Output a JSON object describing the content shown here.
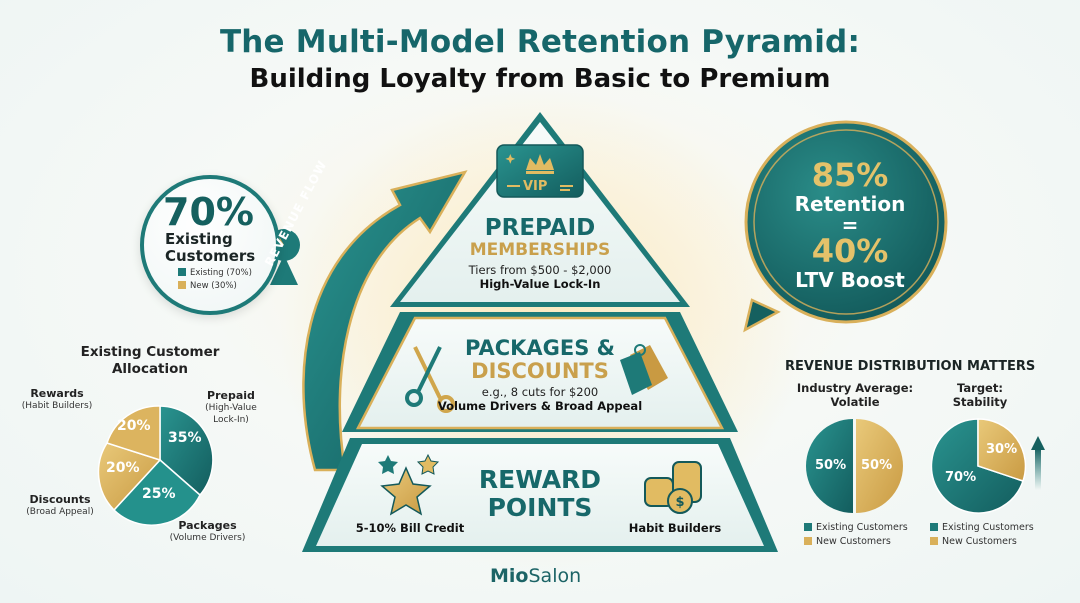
{
  "header": {
    "title": "The Multi-Model Retention Pyramid:",
    "subtitle": "Building Loyalty from Basic to Premium"
  },
  "existing_callout": {
    "value": "70%",
    "label_line1": "Existing",
    "label_line2": "Customers",
    "legend": [
      {
        "label": "Existing (70%)",
        "color": "#1e7a78"
      },
      {
        "label": "New (30%)",
        "color": "#d9b05a"
      }
    ]
  },
  "revenue_flow": {
    "label": "REVENUE FLOW"
  },
  "pyramid": {
    "top": {
      "badge": "VIP",
      "title_line1": "PREPAID",
      "title_line2": "MEMBERSHIPS",
      "detail": "Tiers from $500 - $2,000",
      "tagline": "High-Value Lock-In"
    },
    "middle": {
      "title_line1": "PACKAGES &",
      "title_line2": "DISCOUNTS",
      "detail": "e.g., 8 cuts for $200",
      "tagline": "Volume Drivers & Broad Appeal"
    },
    "bottom": {
      "title_line1": "REWARD",
      "title_line2": "POINTS",
      "left_caption": "5-10% Bill Credit",
      "right_caption": "Habit Builders"
    }
  },
  "retention_bubble": {
    "value1": "85%",
    "label1": "Retention",
    "equals": "=",
    "value2": "40%",
    "label2": "LTV Boost"
  },
  "allocation": {
    "title_line1": "Existing Customer",
    "title_line2": "Allocation",
    "slices": [
      {
        "name": "Prepaid",
        "sub": "(High-Value Lock-In)",
        "value": "35%"
      },
      {
        "name": "Packages",
        "sub": "(Volume Drivers)",
        "value": "25%"
      },
      {
        "name": "Discounts",
        "sub": "(Broad Appeal)",
        "value": "20%"
      },
      {
        "name": "Rewards",
        "sub": "(Habit Builders)",
        "value": "20%"
      }
    ]
  },
  "revenue_distribution": {
    "title": "REVENUE DISTRIBUTION MATTERS",
    "industry": {
      "title_line1": "Industry Average:",
      "title_line2": "Volatile",
      "existing": "50%",
      "new": "50%"
    },
    "target": {
      "title_line1": "Target:",
      "title_line2": "Stability",
      "existing": "70%",
      "new": "30%"
    },
    "legend": {
      "existing": "Existing Customers",
      "new": "New Customers"
    }
  },
  "brand": {
    "bold": "Mio",
    "regular": "Salon"
  },
  "colors": {
    "teal": "#1e7a78",
    "dark_teal": "#15605f",
    "gold": "#d9b05a",
    "light_gold": "#e4c26a"
  },
  "chart_data": [
    {
      "type": "pie",
      "title": "Existing Customers",
      "categories": [
        "Existing",
        "New"
      ],
      "values": [
        70,
        30
      ]
    },
    {
      "type": "pie",
      "title": "Existing Customer Allocation",
      "categories": [
        "Prepaid (High-Value Lock-In)",
        "Packages (Volume Drivers)",
        "Discounts (Broad Appeal)",
        "Rewards (Habit Builders)"
      ],
      "values": [
        35,
        25,
        20,
        20
      ]
    },
    {
      "type": "pie",
      "title": "Industry Average: Volatile",
      "categories": [
        "Existing Customers",
        "New Customers"
      ],
      "values": [
        50,
        50
      ]
    },
    {
      "type": "pie",
      "title": "Target: Stability",
      "categories": [
        "Existing Customers",
        "New Customers"
      ],
      "values": [
        70,
        30
      ]
    }
  ]
}
